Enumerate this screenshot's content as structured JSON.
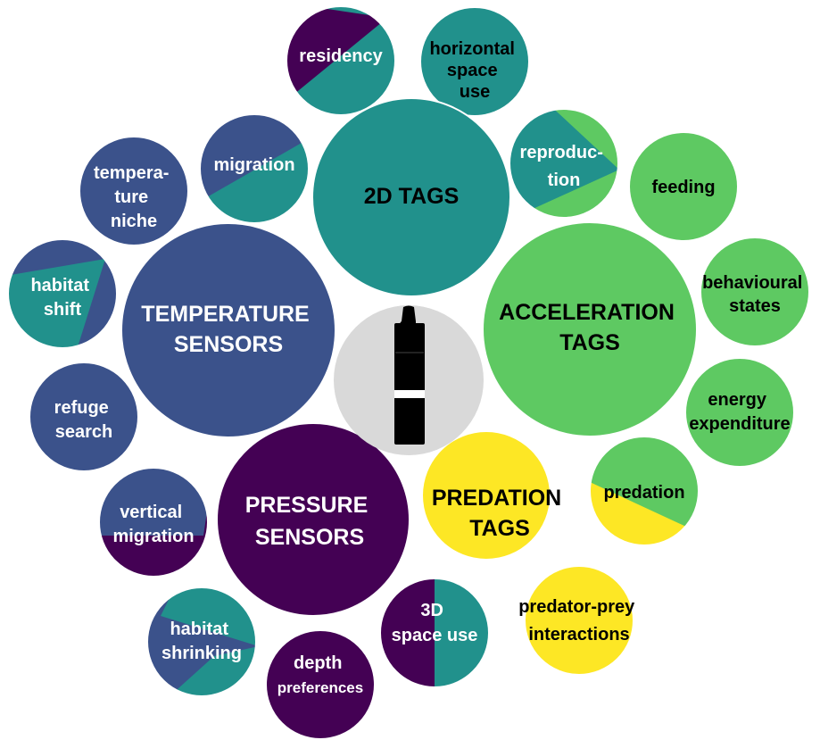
{
  "colors": {
    "teal": "#21918c",
    "blue": "#3b528b",
    "purple": "#440154",
    "green": "#5ec962",
    "yellow": "#fde725",
    "center": "#d9d9d9",
    "outline": "#ffffff"
  },
  "center": {
    "icon": "acoustic-tag-icon"
  },
  "main": {
    "tags2d": [
      "2D TAGS"
    ],
    "temperature": [
      "TEMPERATURE",
      "SENSORS"
    ],
    "pressure": [
      "PRESSURE",
      "SENSORS"
    ],
    "acceleration": [
      "ACCELERATION",
      "TAGS"
    ],
    "predation": [
      "PREDATION",
      "TAGS"
    ]
  },
  "applications": {
    "residency": [
      "residency"
    ],
    "horizontal": [
      "horizontal",
      "space",
      "use"
    ],
    "reproduction": [
      "reproduc-",
      "tion"
    ],
    "migration": [
      "migration"
    ],
    "temperature_niche": [
      "tempera-",
      "ture",
      "niche"
    ],
    "habitat_shift": [
      "habitat",
      "shift"
    ],
    "refuge_search": [
      "refuge",
      "search"
    ],
    "vertical_migration": [
      "vertical",
      "migration"
    ],
    "habitat_shrinking": [
      "habitat",
      "shrinking"
    ],
    "depth_preferences": [
      "depth",
      "preferences"
    ],
    "space_3d": [
      "3D",
      "space use"
    ],
    "predator_prey": [
      "predator-prey",
      "interactions"
    ],
    "predation": [
      "predation"
    ],
    "energy": [
      "energy",
      "expenditure"
    ],
    "behavioural": [
      "behavioural",
      "states"
    ],
    "feeding": [
      "feeding"
    ]
  }
}
